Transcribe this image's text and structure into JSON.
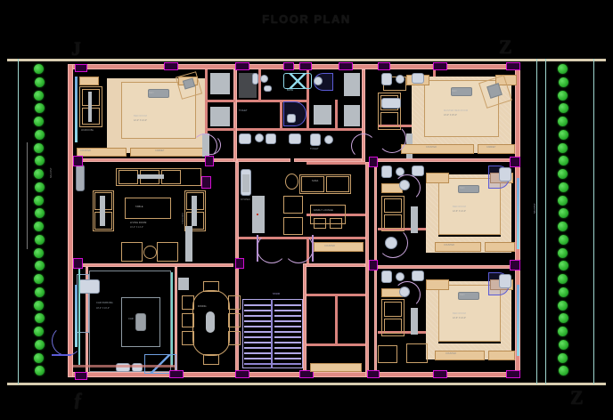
{
  "drawing": {
    "title": "FLOOR PLAN",
    "type": "architectural-floor-plan",
    "background_color": "#000000",
    "wall_color": "#e08b84",
    "column_color": "#d10fd1",
    "furniture_color": "#e7c79a",
    "floor_fill_color": "#e9d3b4",
    "stair_color": "#b0a6e6",
    "vegetation_color": "#2fb42f",
    "site_line_color": "#d8cdb0"
  },
  "section_markers": [
    {
      "name": "top-left",
      "glyph": "J"
    },
    {
      "name": "top-right",
      "glyph": "Z"
    },
    {
      "name": "bottom-left",
      "glyph": "ƒ"
    },
    {
      "name": "bottom-right",
      "glyph": "Z"
    }
  ],
  "rooms": [
    {
      "id": "bed-tl",
      "label": "BED ROOM",
      "sub": "12'-0\" X 14'-0\""
    },
    {
      "id": "bed-tr",
      "label": "MASTER BED ROOM",
      "sub": "13'-0\" X 15'-0\""
    },
    {
      "id": "living",
      "label": "LIVING ROOM",
      "sub": "16'-0\" X 14'-0\""
    },
    {
      "id": "lounge",
      "label": "FAMILY LOUNGE",
      "sub": "12'-0\" X 11'-0\""
    },
    {
      "id": "bed-mr",
      "label": "BED ROOM",
      "sub": "12'-6\" X 14'-0\""
    },
    {
      "id": "bed-br",
      "label": "BED ROOM",
      "sub": "12'-6\" X 14'-0\""
    },
    {
      "id": "dining",
      "label": "DINING",
      "sub": "10'-0\" X 14'-0\""
    },
    {
      "id": "garage",
      "label": "CAR PARKING",
      "sub": "18'-0\" X 16'-0\""
    },
    {
      "id": "stair",
      "label": "STAIR",
      "sub": "UP"
    },
    {
      "id": "kitchen",
      "label": "KITCHEN",
      "sub": "8'-0\" X 11'-0\""
    },
    {
      "id": "bath-1",
      "label": "TOILET",
      "sub": ""
    },
    {
      "id": "bath-2",
      "label": "TOILET",
      "sub": ""
    },
    {
      "id": "bath-3",
      "label": "BATH",
      "sub": ""
    },
    {
      "id": "bath-4",
      "label": "BATH",
      "sub": ""
    },
    {
      "id": "corridor",
      "label": "CORRIDOR",
      "sub": ""
    },
    {
      "id": "balcony-l",
      "label": "BALCONY",
      "sub": ""
    },
    {
      "id": "balcony-r",
      "label": "BALCONY",
      "sub": ""
    }
  ],
  "furniture_labels": {
    "bed": "BED",
    "wardrobe": "WARDROBE",
    "sofa": "SOFA",
    "table": "TABLE",
    "dining_table": "DINING TABLE",
    "desk": "DESK",
    "cabinet": "CABINET",
    "counter": "COUNTER",
    "wc": "W.C.",
    "basin": "BASIN",
    "shower": "SHOWER",
    "car": "CAR"
  },
  "vegetation": {
    "left_count": 24,
    "right_count": 24,
    "symbol": "shrub"
  },
  "stairs": {
    "flight_a_treads": 11,
    "flight_b_treads": 11,
    "direction_label": "UP"
  }
}
